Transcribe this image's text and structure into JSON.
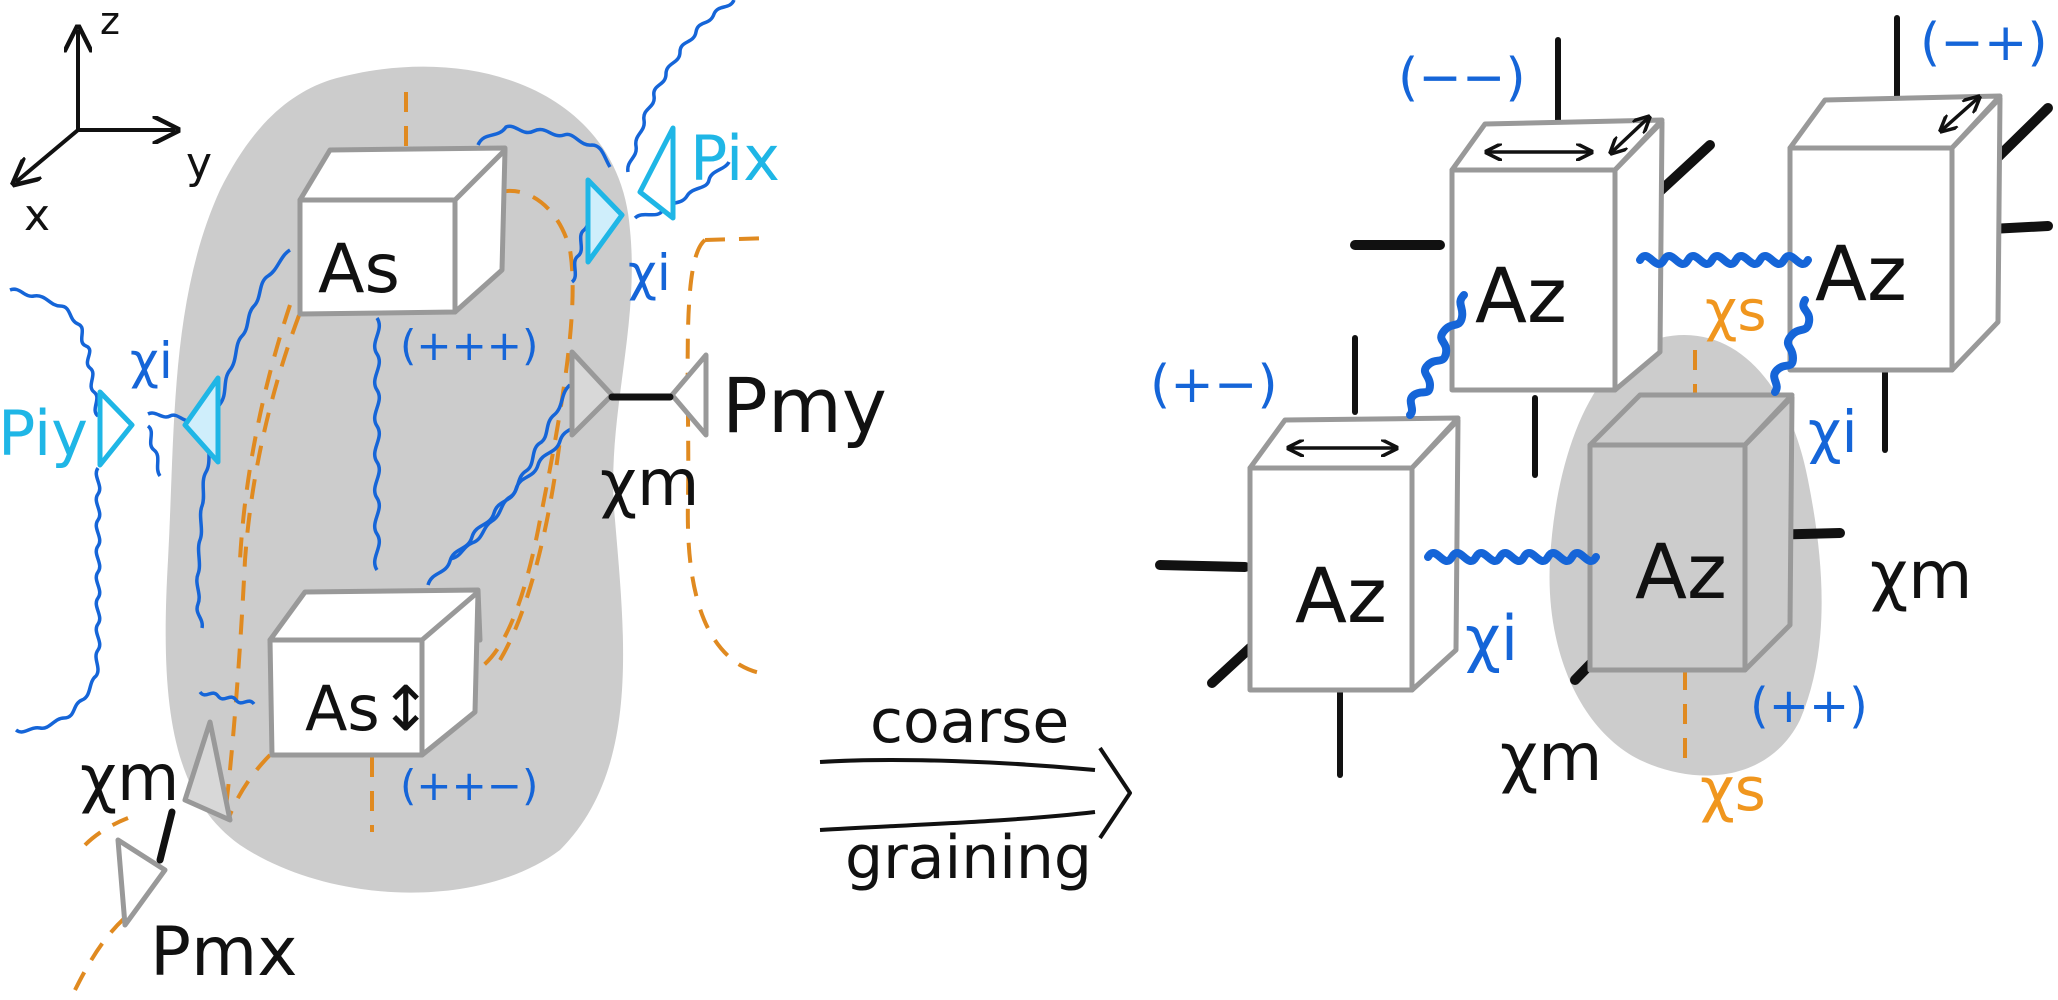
{
  "axes": {
    "z": "z",
    "y": "y",
    "x": "x"
  },
  "left_cluster": {
    "tensor_top": "As",
    "tensor_bottom": "As↕",
    "sign_top": "(+++)",
    "sign_bottom": "(++−)",
    "chi_i": "χi",
    "chi_i_left": "χi",
    "chi_m": "χm",
    "chi_m_left": "χm",
    "P_ix": "Pix",
    "P_iy": "Piy",
    "P_my": "Pmy",
    "P_mx": "Pmx"
  },
  "arrow": {
    "top_word": "coarse",
    "bottom_word": "graining"
  },
  "right_lattice": {
    "tensor_label": "Az",
    "sign_mm": "(−−)",
    "sign_mp": "(−+)",
    "sign_pm": "(+−)",
    "sign_pp": "(++)",
    "chi_s_top": "χs",
    "chi_s_bottom": "χs",
    "chi_i_right": "χi",
    "chi_i_mid": "χi",
    "chi_m_right": "χm",
    "chi_m_mid": "χm"
  },
  "colors": {
    "shade": "#cccccc",
    "box_stroke": "#999999",
    "blue": "#1565d8",
    "cyan": "#1fb6e6",
    "orange": "#f0961e",
    "black": "#111111"
  }
}
